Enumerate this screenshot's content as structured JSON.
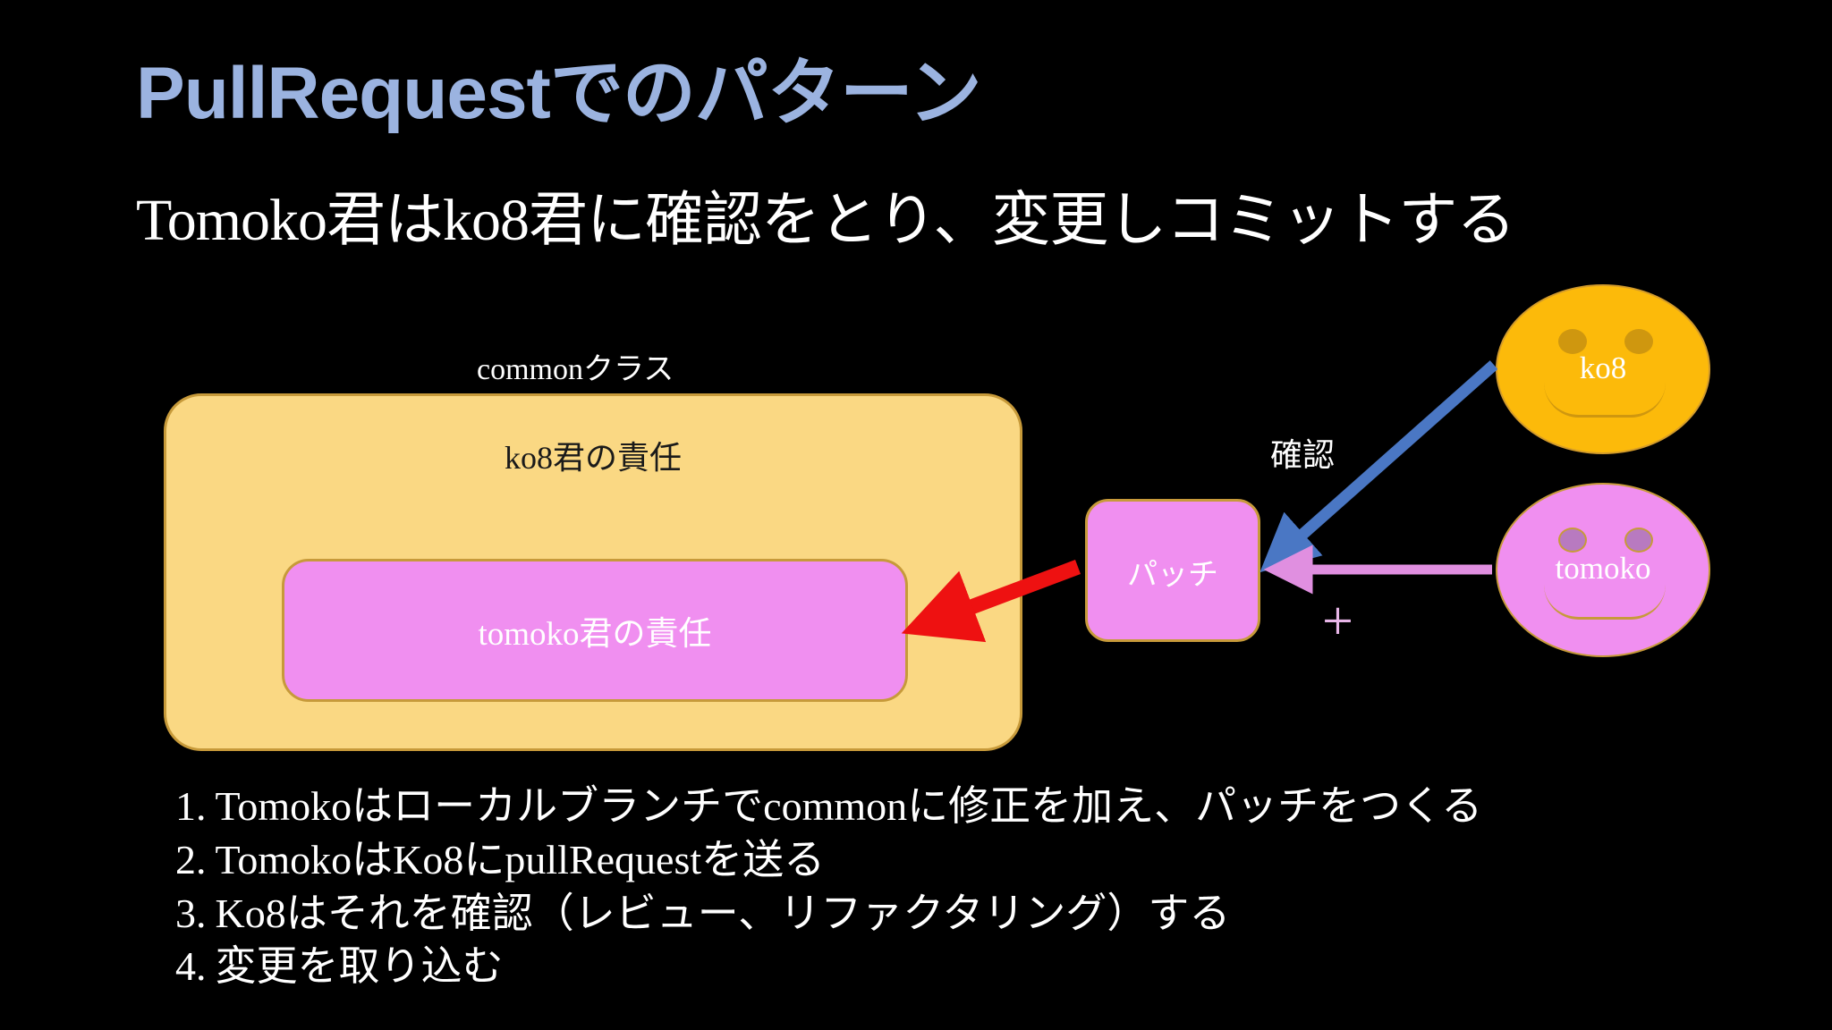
{
  "slide": {
    "title": "PullRequestでのパターン",
    "subtitle": "Tomoko君はko8君に確認をとり、変更しコミットする",
    "background_color": "#000000",
    "title_color": "#9bb3e0",
    "text_color": "#ffffff"
  },
  "diagram": {
    "common_class_label": "commonクラス",
    "outer_box_label": "ko8君の責任",
    "inner_box_label": "tomoko君の責任",
    "patch_box_label": "パッチ",
    "faces": [
      {
        "name": "ko8",
        "label": "ko8",
        "color": "#fcba0a"
      },
      {
        "name": "tomoko",
        "label": "tomoko",
        "color": "#f08ff0"
      }
    ],
    "arrows": [
      {
        "name": "patch-to-inner-box",
        "label": "",
        "color": "#ee1111"
      },
      {
        "name": "ko8-review",
        "label": "確認",
        "color": "#4a77c4"
      },
      {
        "name": "tomoko-patch",
        "label": "+",
        "color": "#e08fe0"
      }
    ],
    "annotations": {
      "kakunin": "確認",
      "plus": "+"
    },
    "colors": {
      "outer_box_fill": "#fad883",
      "outer_box_border": "#c79a3a",
      "inner_box_fill": "#f08ff0",
      "patch_box_fill": "#f08ff0",
      "red_arrow": "#ee1111",
      "blue_arrow": "#4a77c4",
      "pink_arrow": "#e08fe0"
    }
  },
  "steps": [
    {
      "num": "1.",
      "text": "Tomokoはローカルブランチでcommonに修正を加え、パッチをつくる"
    },
    {
      "num": "2.",
      "text": "TomokoはKo8にpullRequestを送る"
    },
    {
      "num": "3.",
      "text": "Ko8はそれを確認（レビュー、リファクタリング）する"
    },
    {
      "num": "4.",
      "text": "変更を取り込む"
    }
  ]
}
